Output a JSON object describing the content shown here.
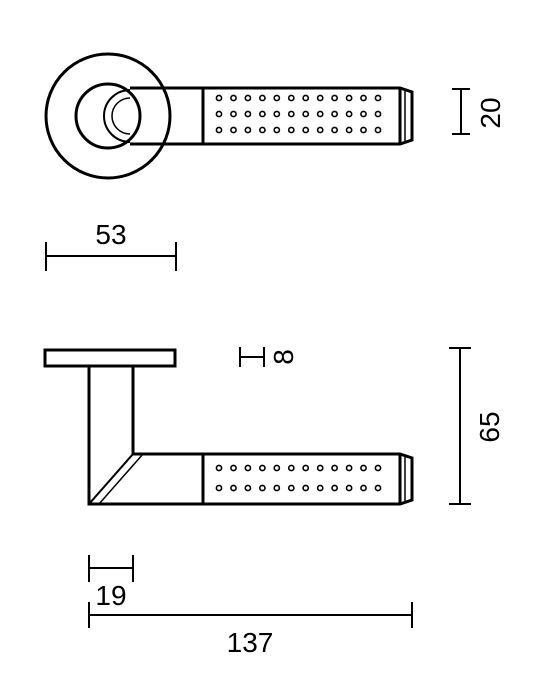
{
  "dimensions": {
    "rose_diameter": "53",
    "grip_height": "20",
    "rose_thickness": "8",
    "handle_height": "65",
    "rose_offset": "19",
    "handle_length": "137"
  },
  "colors": {
    "line": "#000000",
    "background": "#ffffff"
  }
}
